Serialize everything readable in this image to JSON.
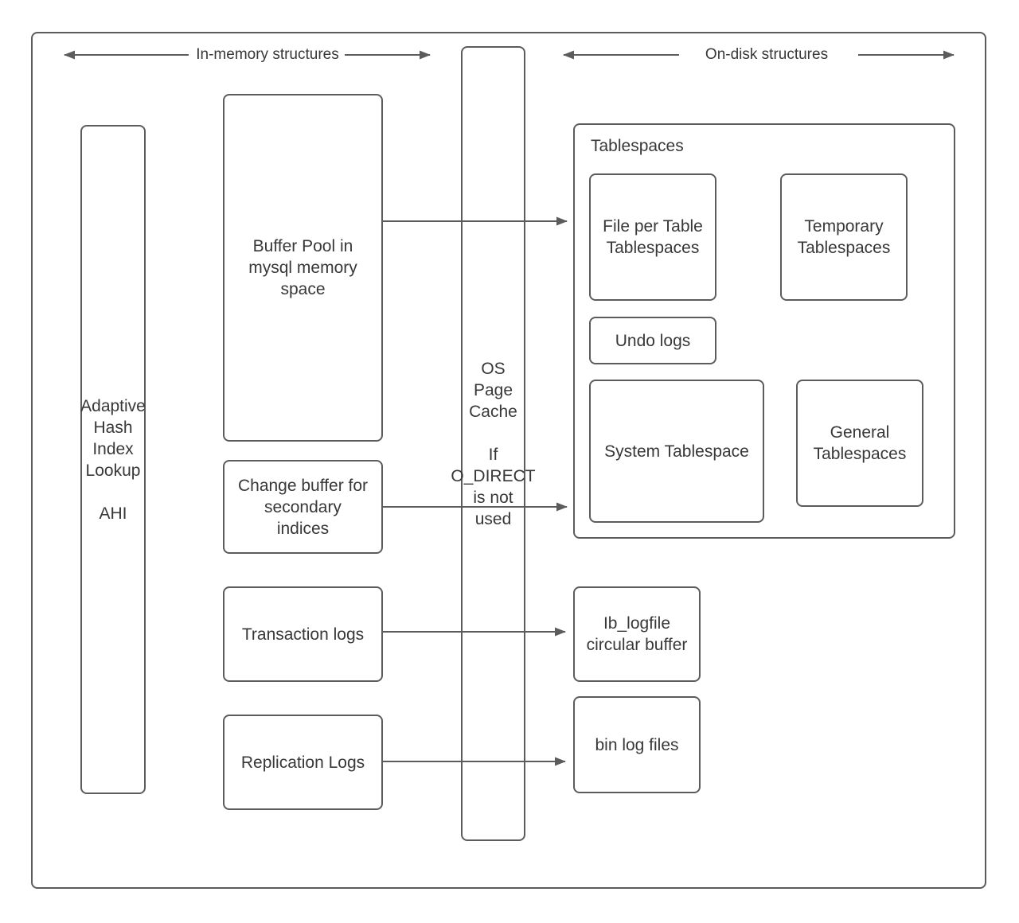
{
  "headers": {
    "in_memory": "In-memory structures",
    "on_disk": "On-disk structures"
  },
  "nodes": {
    "adaptive_hash": "Adaptive\nHash\nIndex\nLookup\n\nAHI",
    "buffer_pool": "Buffer Pool in\nmysql memory\nspace",
    "change_buffer": "Change buffer for\nsecondary\nindices",
    "transaction_logs": "Transaction logs",
    "replication_logs": "Replication Logs",
    "os_page_cache": "OS\nPage\nCache\n\nIf\nO_DIRECT\nis not\nused",
    "tablespaces_title": "Tablespaces",
    "file_per_table": "File per Table\nTablespaces",
    "temporary_tablespaces": "Temporary\nTablespaces",
    "undo_logs": "Undo logs",
    "system_tablespace": "System Tablespace",
    "general_tablespaces": "General\nTablespaces",
    "ib_logfile": "Ib_logfile\ncircular buffer",
    "bin_log_files": "bin log files"
  },
  "colors": {
    "stroke": "#5c5c5c",
    "text": "#383838",
    "background": "#ffffff"
  }
}
